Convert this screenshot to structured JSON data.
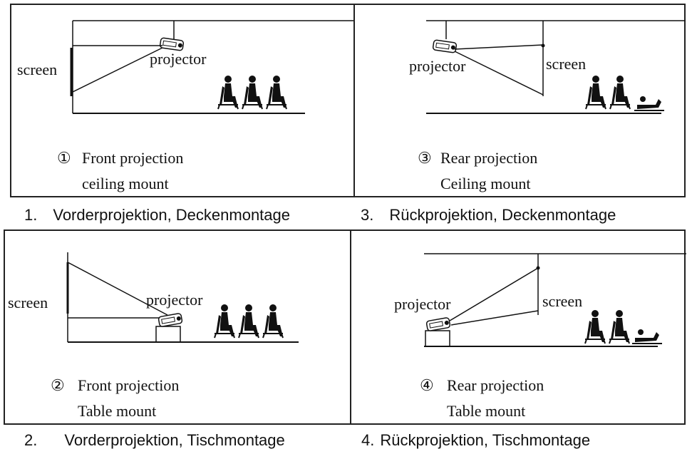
{
  "panels": [
    {
      "number": "①",
      "title_line1": "Front projection",
      "title_line2": "ceiling mount",
      "screen_label": "screen",
      "projector_label": "projector"
    },
    {
      "number": "③",
      "title_line1": "Rear projection",
      "title_line2": "Ceiling mount",
      "screen_label": "screen",
      "projector_label": "projector"
    },
    {
      "number": "②",
      "title_line1": "Front projection",
      "title_line2": "Table mount",
      "screen_label": "screen",
      "projector_label": "projector"
    },
    {
      "number": "④",
      "title_line1": "Rear projection",
      "title_line2": "Table mount",
      "screen_label": "screen",
      "projector_label": "projector"
    }
  ],
  "captions": {
    "c1_num": "1.",
    "c1_text": "Vorderprojektion, Deckenmontage",
    "c3_num": "3.",
    "c3_text": "Rückprojektion, Deckenmontage",
    "c2_num": "2.",
    "c2_text": "Vorderprojektion, Tischmontage",
    "c4_num": "4.",
    "c4_text": "Rückprojektion, Tischmontage"
  }
}
